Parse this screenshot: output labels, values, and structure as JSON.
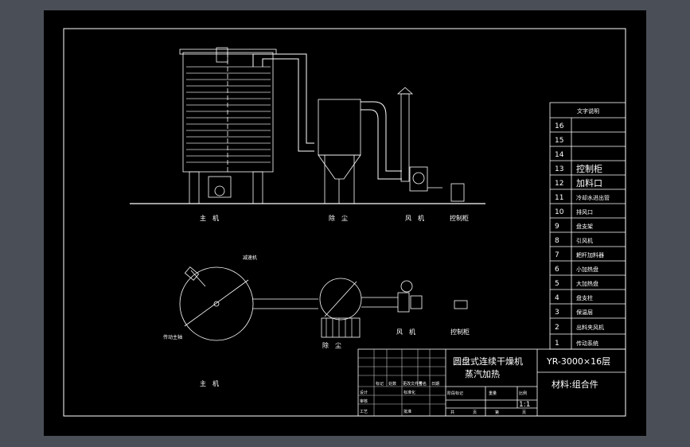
{
  "labels": {
    "front_main": "主　机",
    "front_dust": "除　尘",
    "front_fan": "风　机",
    "front_control": "控制柜",
    "plan_main": "主　机",
    "plan_dust": "除　尘",
    "plan_fan": "风　机",
    "plan_control": "控制柜",
    "plan_note": "传动主轴",
    "plan_note2": "减速机"
  },
  "parts_table": {
    "header": "文字说明",
    "rows": [
      {
        "no": "16",
        "name": ""
      },
      {
        "no": "15",
        "name": ""
      },
      {
        "no": "14",
        "name": ""
      },
      {
        "no": "13",
        "name": "控制柜"
      },
      {
        "no": "12",
        "name": "加料口"
      },
      {
        "no": "11",
        "name": "冷却水进出管"
      },
      {
        "no": "10",
        "name": "排风口"
      },
      {
        "no": "9",
        "name": "盘支架"
      },
      {
        "no": "8",
        "name": "引风机"
      },
      {
        "no": "7",
        "name": "耙杆加料器"
      },
      {
        "no": "6",
        "name": "小加热盘"
      },
      {
        "no": "5",
        "name": "大加热盘"
      },
      {
        "no": "4",
        "name": "盘支柱"
      },
      {
        "no": "3",
        "name": "保温层"
      },
      {
        "no": "2",
        "name": "出料夹风机"
      },
      {
        "no": "1",
        "name": "传动系统"
      }
    ]
  },
  "title_block": {
    "title_line1": "圆盘式连续干燥机",
    "title_line2": "蒸汽加热",
    "model": "YR-3000×16层",
    "material": "材料:组合件",
    "scale": "1:1",
    "small": [
      "标记",
      "处数",
      "更改文件号",
      "签名",
      "日期",
      "设计",
      "标准化",
      "审核",
      "工艺",
      "批准",
      "阶段标记",
      "重量",
      "比例",
      "共",
      "页",
      "第",
      "页"
    ]
  }
}
